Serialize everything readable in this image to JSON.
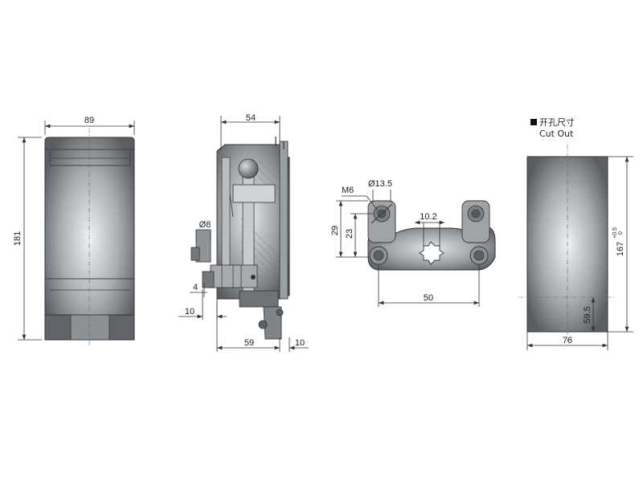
{
  "front_view": {
    "width": "89",
    "height": "181"
  },
  "side_view": {
    "depth_top": "54",
    "depth_bottom": "59",
    "offset_right": "10",
    "offset_left": "10",
    "bolt_diameter": "Ø8",
    "bolt_offset": "4"
  },
  "cam_view": {
    "thread": "M6",
    "hole_diameter": "Ø13.5",
    "square_size": "10.2",
    "height_outer": "29",
    "height_inner": "23",
    "span": "50"
  },
  "cutout": {
    "title_cn": "开孔尺寸",
    "title_en": "Cut Out",
    "width": "76",
    "height": "167",
    "tol_upper": "+0.5",
    "tol_lower": "0",
    "offset": "59.5"
  },
  "colors": {
    "body_light": "#e9ecef",
    "body_dark": "#5d6166",
    "line": "#333333"
  }
}
